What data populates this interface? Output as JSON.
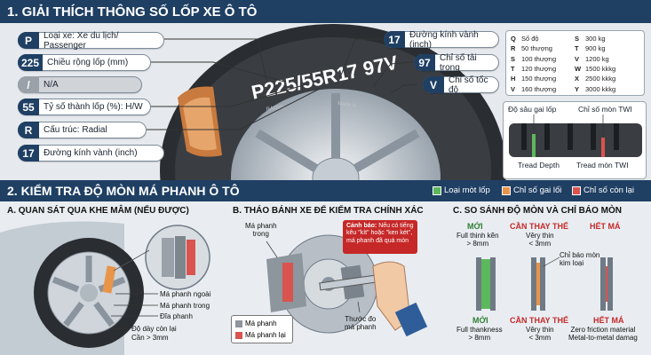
{
  "section1": {
    "title": "1. GIẢI THÍCH THÔNG SỐ LỐP XE Ô TÔ",
    "tire_marking": "P225/55R17 97V",
    "sidewall_texts": [
      "RADIAL",
      "Made in"
    ],
    "left_items": [
      {
        "code": "P",
        "label": "Loại xe: Xe du lịch/ Passenger"
      },
      {
        "code": "225",
        "label": "Chiều rộng lốp (mm)"
      },
      {
        "code": "/",
        "label": "N/A"
      },
      {
        "code": "55",
        "label": "Tỷ số thành lốp (%): H/W"
      },
      {
        "code": "R",
        "label": "Cấu trúc: Radial"
      },
      {
        "code": "17",
        "label": "Đường kính vành (inch)"
      }
    ],
    "right_items": [
      {
        "code": "17",
        "label": "Đường kính vành (inch)"
      },
      {
        "code": "97",
        "label": "Chỉ số tải trọng"
      },
      {
        "code": "V",
        "label": "Chỉ số tốc độ"
      }
    ],
    "speed_table": [
      {
        "c1": "Q",
        "v1": "Số độ",
        "c2": "S",
        "v2": "300 kg"
      },
      {
        "c1": "R",
        "v1": "50 thượng",
        "c2": "T",
        "v2": "900 kg"
      },
      {
        "c1": "S",
        "v1": "100 thượng",
        "c2": "V",
        "v2": "1200 kg"
      },
      {
        "c1": "T",
        "v1": "120 thượng",
        "c2": "W",
        "v2": "1500 kkkg"
      },
      {
        "c1": "H",
        "v1": "150 thượng",
        "c2": "X",
        "v2": "2500 kkkg"
      },
      {
        "c1": "V",
        "v1": "160 thượng",
        "c2": "Y",
        "v2": "3000 kkkg"
      }
    ],
    "tread": {
      "depth_title": "Độ sâu gai lốp",
      "twi_title": "Chỉ số mòn TWI",
      "depth_caption": "Tread Depth",
      "twi_caption": "Tread mòn TWI"
    }
  },
  "section2": {
    "title": "2. KIỂM TRA ĐỘ MÒN MÁ PHANH Ô TÔ",
    "legend": [
      {
        "label": "Loại mòt lốp",
        "color": "#5cb85c"
      },
      {
        "label": "Chỉ số gai lối",
        "color": "#e8954a"
      },
      {
        "label": "Chỉ số còn lại",
        "color": "#d9534f"
      }
    ],
    "col_a": {
      "heading": "A. QUAN SÁT QUA KHE MÂM (NẾU ĐƯỢC)",
      "labels": [
        "Má phanh ngoài",
        "Má phanh trong",
        "Đĩa phanh",
        "Độ dày còn lại",
        "Cần > 3mm"
      ]
    },
    "col_b": {
      "heading": "B. THÁO BÁNH XE ĐỂ KIỂM TRA CHÍNH XÁC",
      "inner_pad": [
        "Má phanh",
        "trong"
      ],
      "warning_title": "Cảnh báo:",
      "warning_text": "Nếu có tiếng kêu \"kít\" hoặc \"ken két\", má phanh đã quá mòn",
      "gauge": [
        "Thước đo",
        "má phanh"
      ],
      "legend": [
        "Má phanh",
        "Má phanh lại"
      ]
    },
    "col_c": {
      "heading": "C. SO SÁNH ĐỘ MÒN VÀ CHỈ BÁO MÒN",
      "top": [
        {
          "title": "MỚI",
          "lines": [
            "Full thinh kẽn",
            "> 8mm"
          ]
        },
        {
          "title": "CẦN THAY THẾ",
          "lines": [
            "Vêry thin",
            "< 3mm"
          ]
        },
        {
          "title": "HẾT MÁ",
          "lines": []
        }
      ],
      "indicator": [
        "Chỉ báo mòn",
        "kim loại"
      ],
      "bottom": [
        {
          "title": "MỚI",
          "lines": [
            "Full thankness",
            "> 8mm"
          ]
        },
        {
          "title": "CẦN THAY THẾ",
          "lines": [
            "Vêry thin",
            "< 3mm"
          ]
        },
        {
          "title": "HẾT MÁ",
          "lines": [
            "Zero friction material",
            "Metal-to-metal damag"
          ]
        }
      ]
    }
  }
}
